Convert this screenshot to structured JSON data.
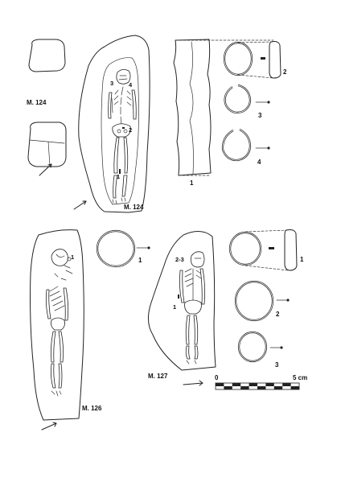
{
  "plate": {
    "grave_124_label_left": "M. 124",
    "grave_124_label_plan": "M. 124",
    "grave_126_label": "M. 126",
    "grave_127_label": "M. 127"
  },
  "grave_124": {
    "skeleton_numbers": [
      "1",
      "2",
      "3",
      "4"
    ],
    "finds": [
      {
        "number": "1"
      },
      {
        "number": "2"
      },
      {
        "number": "3"
      },
      {
        "number": "4"
      }
    ]
  },
  "grave_126": {
    "skeleton_numbers": [
      "1"
    ],
    "finds": [
      {
        "number": "1"
      }
    ]
  },
  "grave_127": {
    "skeleton_numbers": [
      "2-3",
      "1"
    ],
    "finds": [
      {
        "number": "1"
      },
      {
        "number": "2"
      },
      {
        "number": "3"
      }
    ]
  },
  "scale_bar": {
    "start_label": "0",
    "end_label": "5 cm"
  }
}
